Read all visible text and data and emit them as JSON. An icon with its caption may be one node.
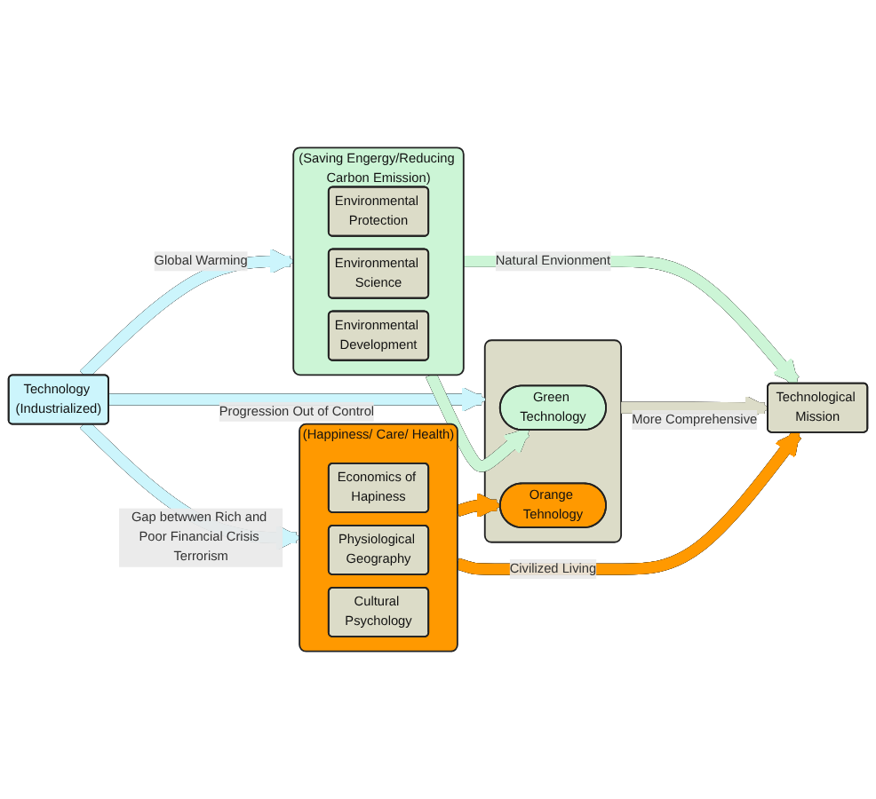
{
  "diagram": {
    "nodes": [
      {
        "text": [
          "(Saving Engergy/Reducing Carbon Emission)"
        ]
      },
      {
        "text": [
          "Environmental Protection"
        ],
        "in": 0
      },
      {
        "text": [
          "Environmental Science"
        ],
        "in": 0
      },
      {
        "text": [
          "Environmental Development"
        ],
        "in": 0
      },
      {
        "text": [
          "Technology (Industrialized)"
        ]
      },
      {
        "text": [],
        "shape": "box"
      },
      {
        "text": [
          "Green Technology"
        ],
        "in": 5
      },
      {
        "text": [
          "Orange Tehnology"
        ],
        "in": 5
      },
      {
        "text": [
          "Technological Mission"
        ]
      },
      {
        "text": [
          "(Happiness/ Care/ Health)"
        ]
      },
      {
        "text": [
          "Economics of Hapiness"
        ],
        "in": 9
      },
      {
        "text": [
          "Physiological Geography"
        ],
        "in": 9
      },
      {
        "text": [
          "Cultural Psychology"
        ],
        "in": 9
      }
    ],
    "edges": [
      {
        "from": 4,
        "to": 0,
        "arrow": "to",
        "label": "Global Warming",
        "color": "#ccf5fc"
      },
      {
        "from": 4,
        "to": 5,
        "arrow": "to",
        "label": "Progression Out of Control",
        "color": "#ccf5fc"
      },
      {
        "from": 4,
        "to": 9,
        "arrow": "to",
        "label": "Gap betwwen Rich and Poor Financial Crisis Terrorism",
        "color": "#ccf5fc"
      },
      {
        "from": 0,
        "to": 6,
        "arrow": "to",
        "color": "#ccf5d6"
      },
      {
        "from": 0,
        "to": 8,
        "arrow": "to",
        "label": "Natural Envionment",
        "color": "#ccf5d6"
      },
      {
        "from": 5,
        "to": 8,
        "arrow": "to",
        "label": "More Comprehensive",
        "color": "#dcdcc8"
      },
      {
        "from": 9,
        "to": 7,
        "arrow": "to",
        "color": "#ff9900"
      },
      {
        "from": 9,
        "to": 8,
        "arrow": "to",
        "label": "Civilized Living",
        "color": "#ff9900"
      }
    ]
  }
}
